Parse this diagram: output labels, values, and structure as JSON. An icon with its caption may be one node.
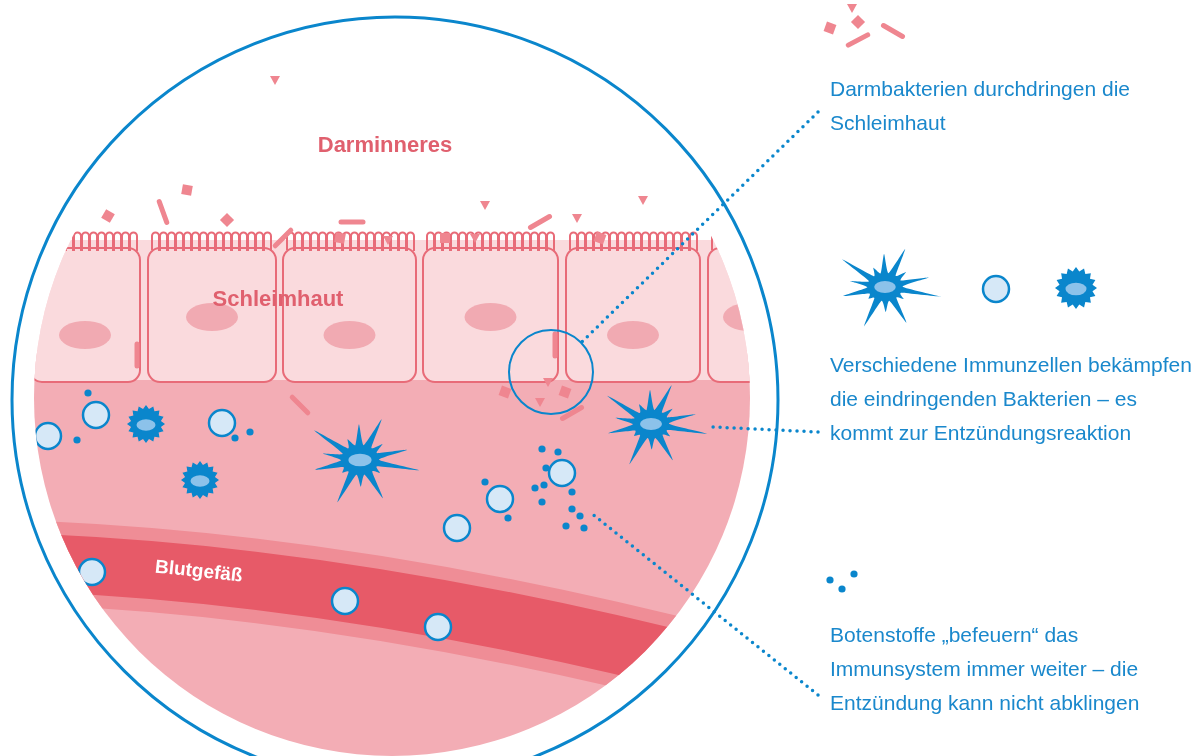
{
  "diagram": {
    "nodes": [
      {
        "text": [
          "Darmbakterien durchdringen die Schleimhaut"
        ]
      },
      {
        "text": [],
        "shape": "circle"
      },
      {
        "text": [
          "Verschiedene Immunzellen bekämpfen die eindringenden Bakterien – es kommt zur Entzündungsreaktion"
        ]
      },
      {
        "text": [],
        "shape": "picture"
      },
      {
        "text": [
          "Botenstoffe „befeuern“ das Immunsystem immer weiter – die Entzündung kann nicht abklingen"
        ]
      },
      {
        "text": [],
        "shape": "picture"
      }
    ],
    "edges": [
      {
        "from": 0,
        "to": 1,
        "arrow": "none"
      },
      {
        "from": 2,
        "to": 3,
        "arrow": "none"
      },
      {
        "from": 4,
        "to": 5,
        "arrow": "none"
      }
    ],
    "labels": [
      "Darminneres",
      "Schleimhaut",
      "Blutgefäß"
    ]
  }
}
